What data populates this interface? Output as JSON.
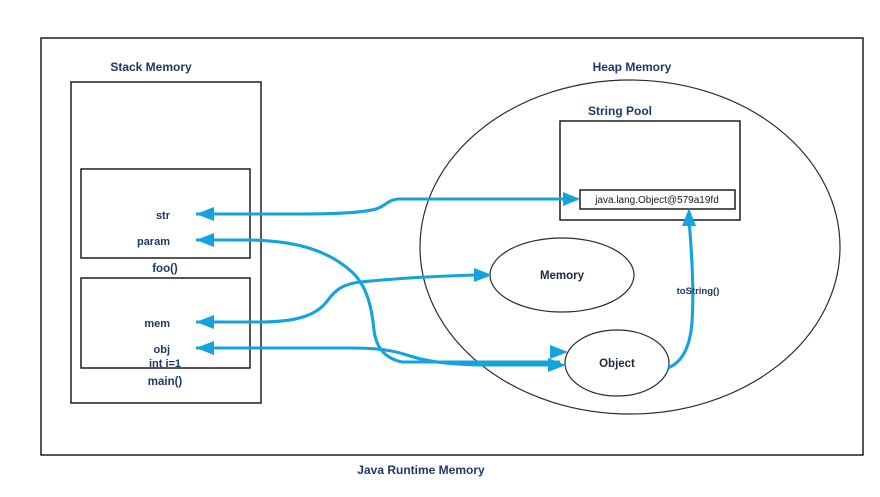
{
  "diagram": {
    "caption": "Java Runtime Memory",
    "colors": {
      "arrow_blue": "#14a3dc",
      "text_navy": "#1f3864",
      "outline_black": "#0d0d0d",
      "background": "#ffffff"
    },
    "stack": {
      "title": "Stack Memory",
      "frames": [
        {
          "name": "foo()",
          "variables": [
            "str",
            "param"
          ]
        },
        {
          "name": "main()",
          "variables": [
            "mem",
            "obj",
            "int i=1"
          ]
        }
      ]
    },
    "heap": {
      "title": "Heap Memory",
      "string_pool": {
        "title": "String Pool",
        "entries": [
          "java.lang.Object@579a19fd"
        ]
      },
      "objects": [
        {
          "label": "Memory"
        },
        {
          "label": "Object"
        }
      ],
      "edge_labels": [
        "toString()"
      ]
    },
    "references": [
      {
        "from": "str",
        "to": "java.lang.Object@579a19fd"
      },
      {
        "from": "param",
        "to": "Object"
      },
      {
        "from": "mem",
        "to": "Memory"
      },
      {
        "from": "obj",
        "to": "Object"
      }
    ]
  }
}
